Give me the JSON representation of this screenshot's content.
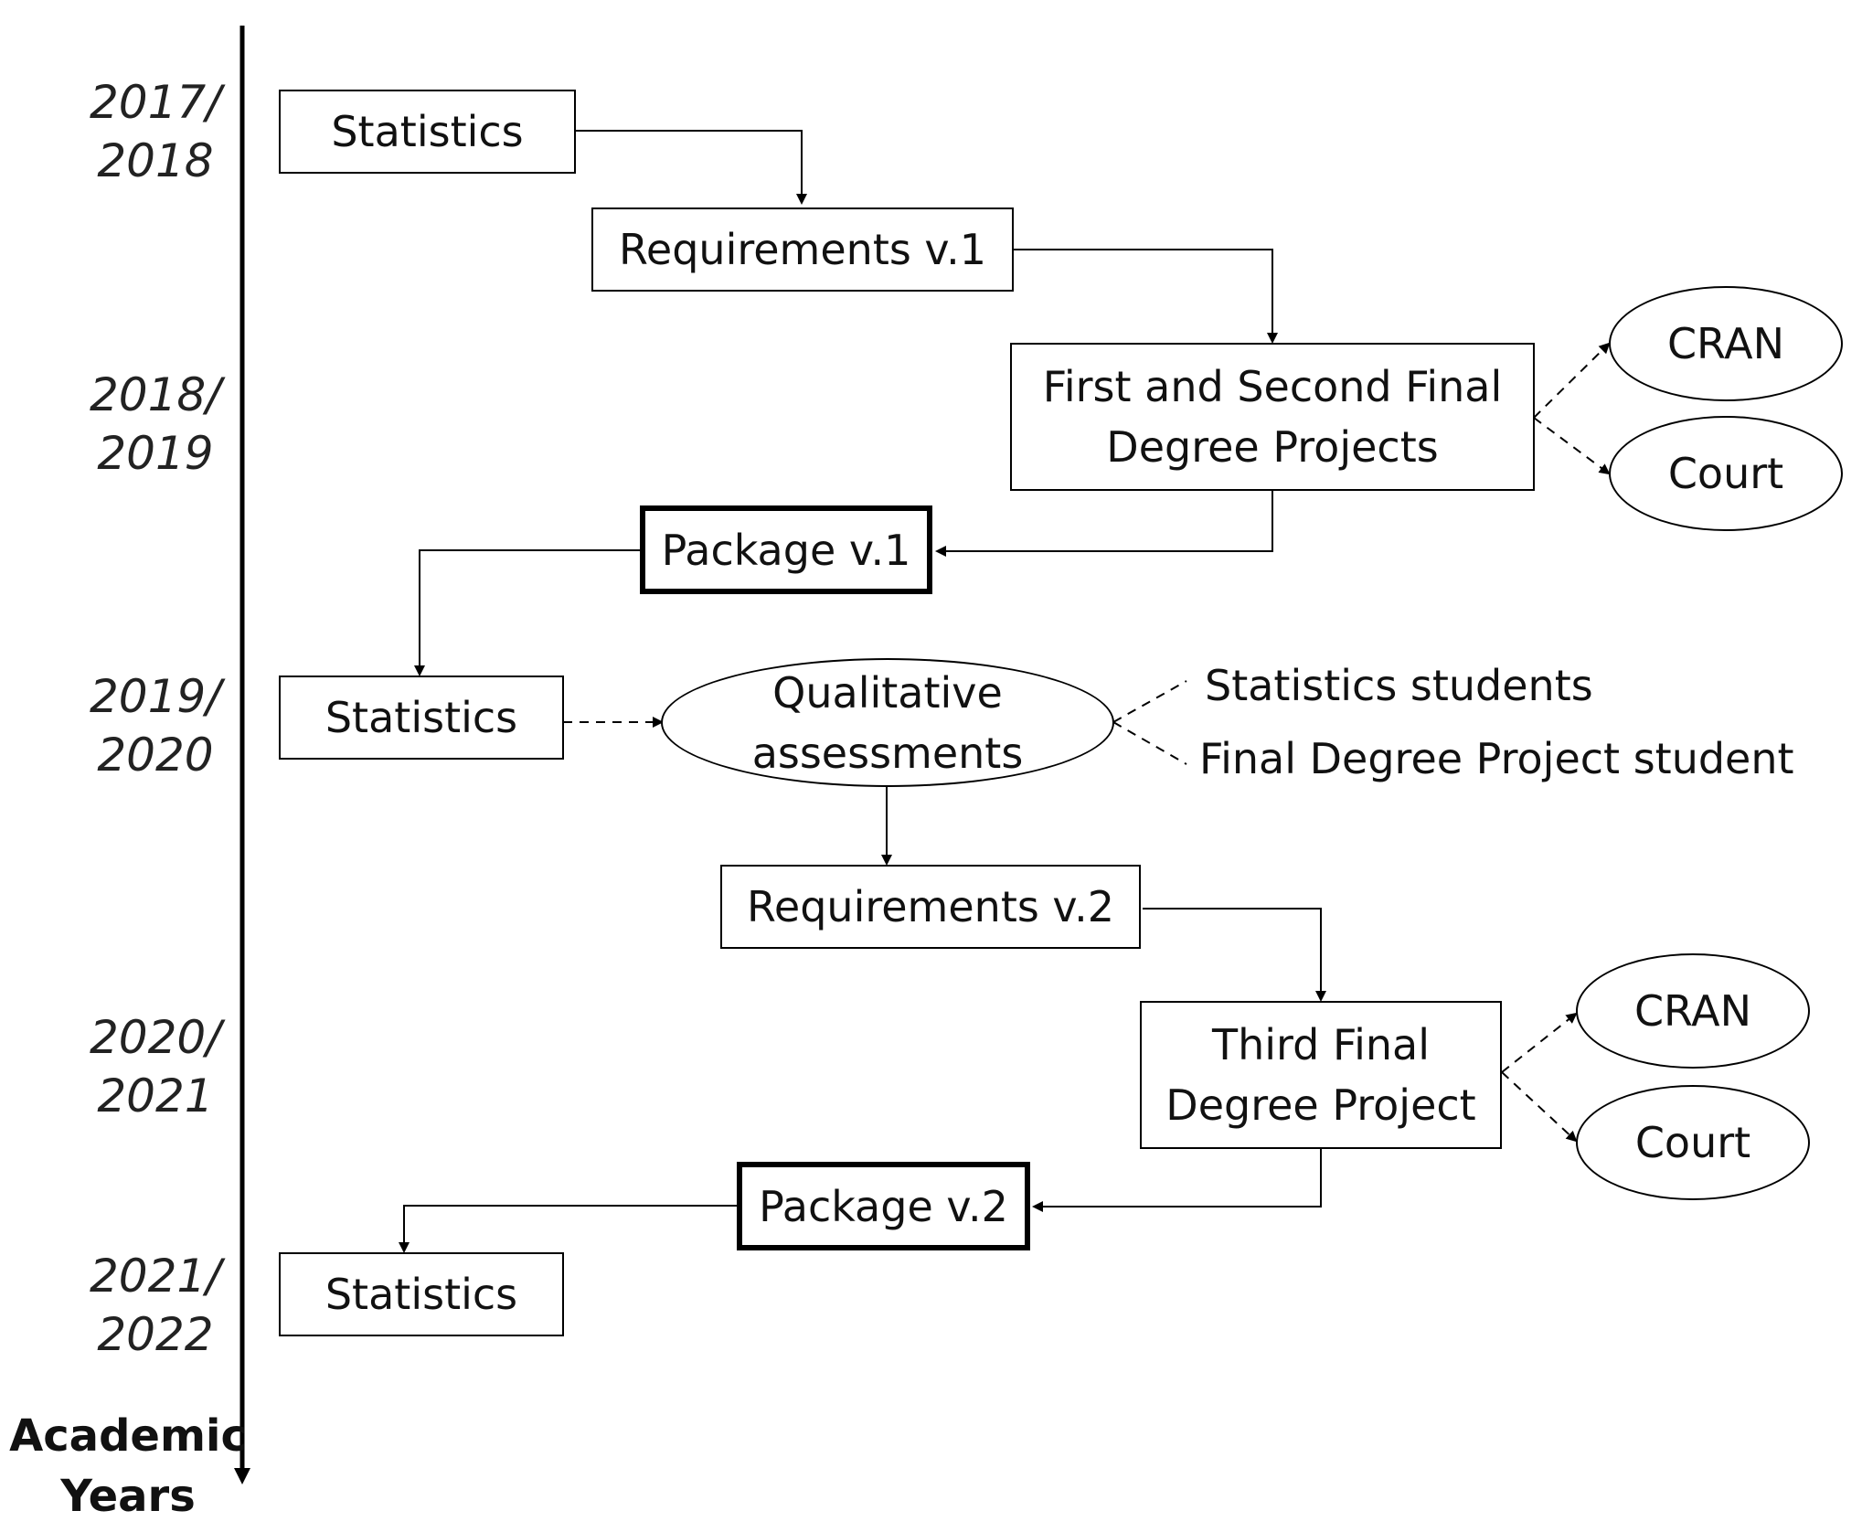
{
  "timeline": {
    "years": [
      {
        "line1": "2017/",
        "line2": "2018"
      },
      {
        "line1": "2018/",
        "line2": "2019"
      },
      {
        "line1": "2019/",
        "line2": "2020"
      },
      {
        "line1": "2020/",
        "line2": "2021"
      },
      {
        "line1": "2021/",
        "line2": "2022"
      }
    ],
    "axis_label": {
      "line1": "Academic",
      "line2": "Years"
    }
  },
  "nodes": {
    "statistics_1": "Statistics",
    "requirements_1": "Requirements v.1",
    "projects_1": {
      "line1": "First and Second Final",
      "line2": "Degree Projects"
    },
    "cran_1": "CRAN",
    "court_1": "Court",
    "package_1": "Package v.1",
    "statistics_2": "Statistics",
    "qualitative": {
      "line1": "Qualitative",
      "line2": "assessments"
    },
    "statistics_students": "Statistics students",
    "fdp_student": "Final Degree Project  student",
    "requirements_2": "Requirements v.2",
    "projects_2": {
      "line1": "Third Final",
      "line2": "Degree Project"
    },
    "cran_2": "CRAN",
    "court_2": "Court",
    "package_2": "Package v.2",
    "statistics_3": "Statistics"
  }
}
